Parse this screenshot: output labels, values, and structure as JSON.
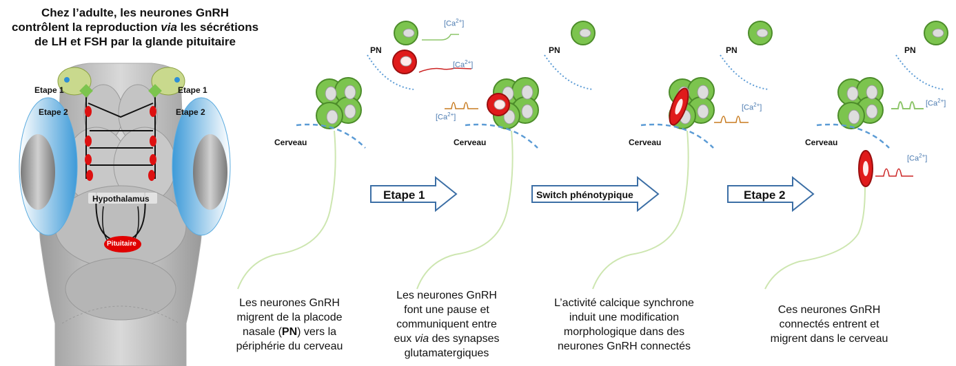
{
  "title": {
    "line1": "Chez l’adulte, les neurones GnRH",
    "line2_pre": "contrôlent la reproduction ",
    "line2_em": "via",
    "line2_post": " les sécrétions",
    "line3": "de LH et FSH par la glande pituitaire"
  },
  "brain": {
    "etape1_left": "Etape 1",
    "etape1_right": "Etape 1",
    "etape2_left": "Etape 2",
    "etape2_right": "Etape 2",
    "hypothalamus": "Hypothalamus",
    "pituitaire": "Pituitaire"
  },
  "panels": {
    "pn": "PN",
    "cerveau": "Cerveau",
    "ca_base": "[Ca",
    "ca_sup": "2+",
    "ca_end": "]"
  },
  "steps": {
    "etape1": "Etape 1",
    "switch": "Switch phénotypique",
    "etape2": "Etape 2"
  },
  "captions": {
    "c1": {
      "l1": "Les neurones GnRH",
      "l2": "migrent de la placode",
      "l3_pre": "nasale (",
      "l3_b": "PN",
      "l3_post": ") vers la",
      "l4": "périphérie du cerveau"
    },
    "c2": {
      "l1": "Les neurones GnRH",
      "l2": "font une pause et",
      "l3": "communiquent entre",
      "l4_pre": "eux ",
      "l4_em": "via",
      "l4_post": " des synapses",
      "l5": "glutamatergiques"
    },
    "c3": {
      "l1": "L’activité calcique synchrone",
      "l2": "induit une modification",
      "l3": "morphologique dans des",
      "l4": "neurones GnRH connectés"
    },
    "c4": {
      "l1": "Ces neurones GnRH",
      "l2": "connectés entrent et",
      "l3": "migrent dans le cerveau"
    }
  },
  "colors": {
    "neuron_green": "#7cc44e",
    "neuron_red": "#e01b1b",
    "trace_green": "#8dc56a",
    "trace_red": "#cc2222",
    "trace_orange": "#c77a1e",
    "ca_blue": "#4a7ab0",
    "dashed_blue": "#5b9bd5",
    "arrow_border": "#3b6ea5",
    "eye_blue": "#5aabdf",
    "brain_grey": "#b9b9b9",
    "pituitary_red": "#e00000"
  }
}
